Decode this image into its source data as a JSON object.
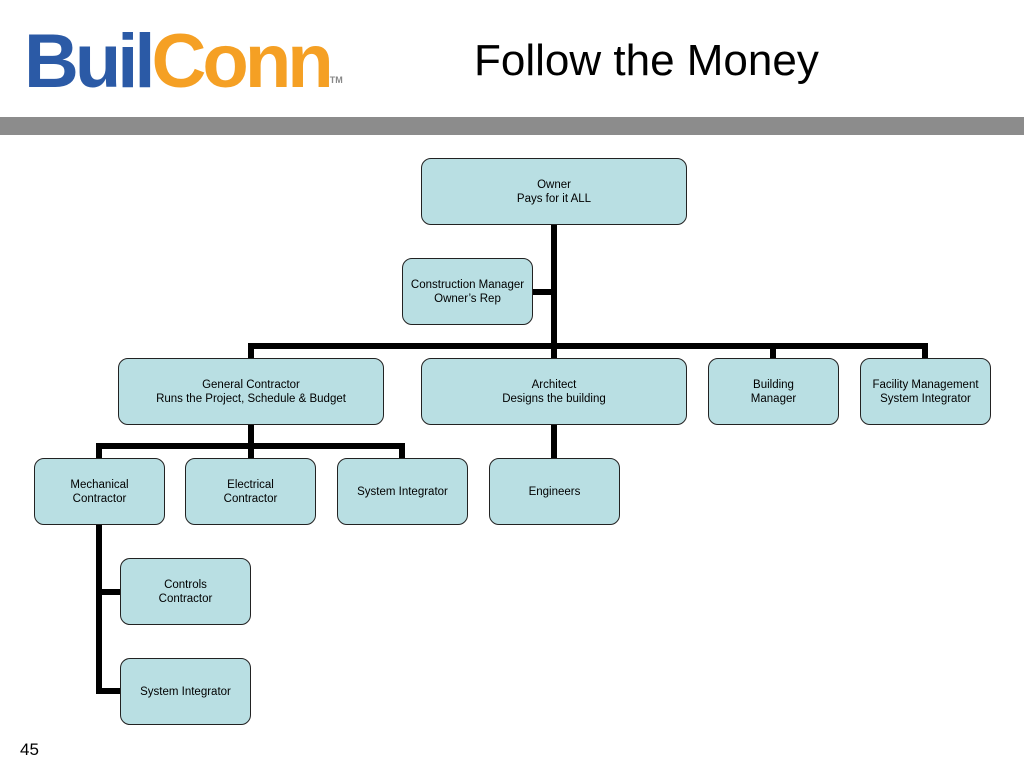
{
  "header": {
    "logo_part1": "Buil",
    "logo_part2": "Conn",
    "logo_tm": "TM",
    "title": "Follow the Money"
  },
  "page_number": "45",
  "colors": {
    "node_fill": "#b9dfe3",
    "logo_blue": "#2b5aa6",
    "logo_orange": "#f5a024",
    "divider_bar": "#8c8c8c"
  },
  "nodes": {
    "owner": {
      "line1": "Owner",
      "line2": "Pays for it ALL"
    },
    "construction_manager": {
      "line1": "Construction Manager",
      "line2": "Owner’s Rep"
    },
    "general_contractor": {
      "line1": "General Contractor",
      "line2": "Runs the Project, Schedule & Budget"
    },
    "architect": {
      "line1": "Architect",
      "line2": "Designs the building"
    },
    "building_manager": {
      "line1": "Building",
      "line2": "Manager"
    },
    "facility_management": {
      "line1": "Facility Management",
      "line2": "System Integrator"
    },
    "mechanical_contractor": {
      "line1": "Mechanical",
      "line2": "Contractor"
    },
    "electrical_contractor": {
      "line1": "Electrical",
      "line2": "Contractor"
    },
    "gc_system_integrator": {
      "line1": "System Integrator"
    },
    "engineers": {
      "line1": "Engineers"
    },
    "controls_contractor": {
      "line1": "Controls",
      "line2": "Contractor"
    },
    "mech_system_integrator": {
      "line1": "System Integrator"
    }
  }
}
